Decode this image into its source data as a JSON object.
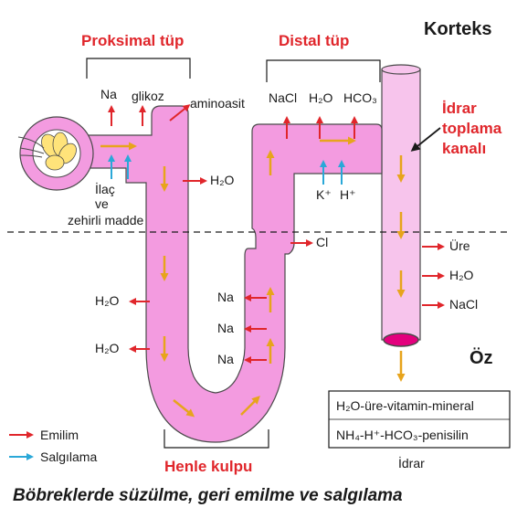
{
  "titles": {
    "proximal": "Proksimal tüp",
    "distal": "Distal tüp",
    "cortex": "Korteks",
    "collecting_1": "İdrar",
    "collecting_2": "toplama",
    "collecting_3": "kanalı",
    "henle": "Henle kulpu",
    "medulla": "Öz"
  },
  "proximal_labels": {
    "na": "Na",
    "glucose": "glikoz",
    "amino": "aminoasit",
    "water": "H₂O",
    "drug_1": "İlaç",
    "drug_2": "ve",
    "drug_3": "zehirli madde"
  },
  "henle_labels": {
    "water_1": "H₂O",
    "water_2": "H₂O",
    "na_1": "Na",
    "na_2": "Na",
    "na_3": "Na"
  },
  "distal_labels": {
    "nacl": "NaCl",
    "water": "H₂O",
    "hco3": "HCO₃",
    "cl": "Cl",
    "k": "K⁺",
    "h": "H⁺"
  },
  "collecting_labels": {
    "urea": "Üre",
    "water": "H₂O",
    "nacl": "NaCl"
  },
  "urine_box": {
    "line1": "H₂O-üre-vitamin-mineral",
    "line2": "NH₄-H⁺-HCO₃-penisilin",
    "label": "İdrar"
  },
  "legend": {
    "reabsorption": "Emilim",
    "secretion": "Salgılama"
  },
  "caption": "Böbreklerde süzülme, geri emilme ve salgılama",
  "colors": {
    "tube": "#f39be0",
    "tube_light": "#f7c4ec",
    "tube_stroke": "#4a4a4a",
    "reabsorption_arrow": "#e0262b",
    "secretion_arrow": "#2aa8d8",
    "flow_arrow": "#e7a41c",
    "title_red": "#e0262b",
    "capsule": "#ffe37a",
    "duct_opening": "#e3007d"
  }
}
